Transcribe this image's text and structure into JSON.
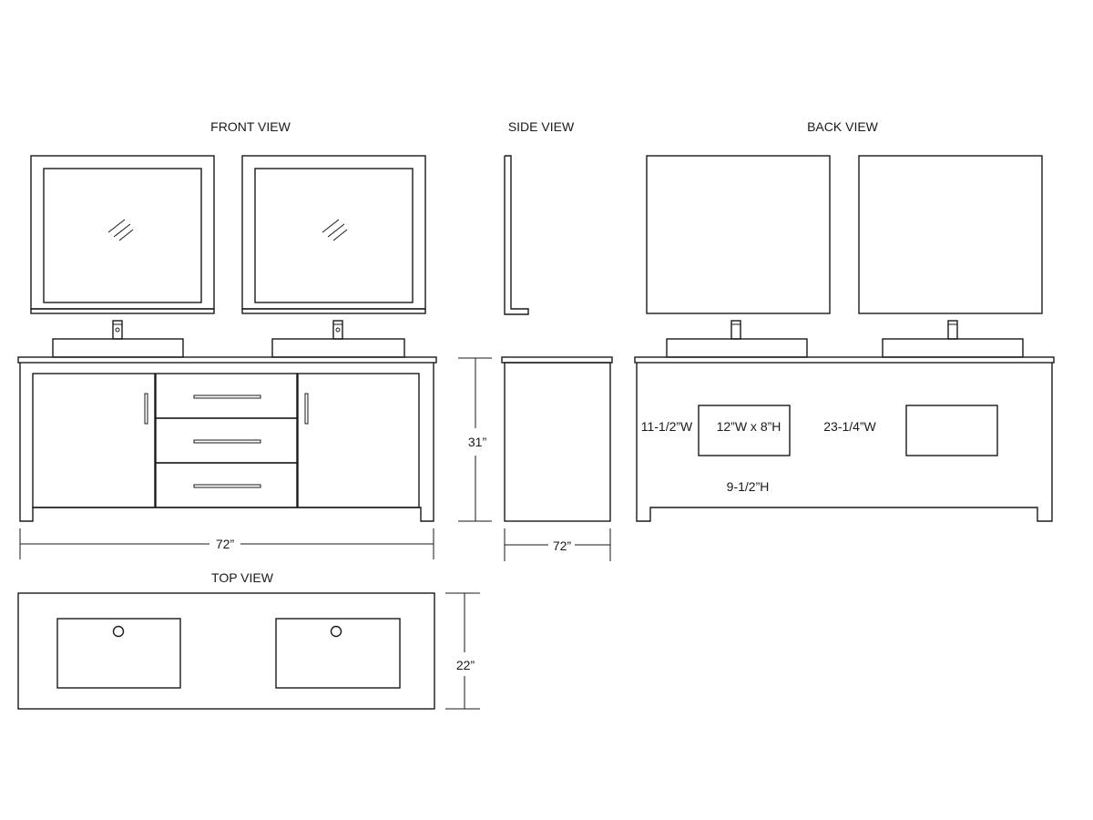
{
  "views": {
    "front": "FRONT VIEW",
    "side": "SIDE VIEW",
    "back": "BACK VIEW",
    "top": "TOP VIEW"
  },
  "dimensions": {
    "front_width": "72”",
    "height": "31”",
    "side_width": "72”",
    "top_depth": "22”"
  },
  "back_notes": {
    "left_offset": "11-1/2”W",
    "cutout_size": "12”W x 8”H",
    "center_offset": "23-1/4”W",
    "vertical_offset": "9-1/2”H"
  },
  "colors": {
    "line": "#1a1a1a",
    "background": "#ffffff"
  }
}
